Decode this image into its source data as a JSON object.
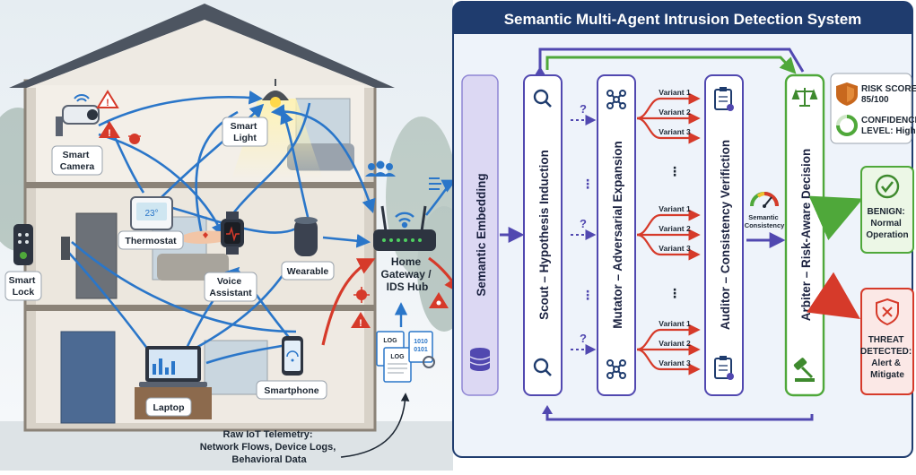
{
  "title": "Semantic Multi-Agent Intrusion Detection System",
  "home": {
    "devices": {
      "smart_camera": [
        "Smart",
        "Camera"
      ],
      "smart_light": [
        "Smart",
        "Light"
      ],
      "thermostat": "Thermostat",
      "thermostat_display": "23°",
      "smart_lock": [
        "Smart",
        "Lock"
      ],
      "voice_assistant": [
        "Voice",
        "Assistant"
      ],
      "wearable": "Wearable",
      "laptop": "Laptop",
      "smartphone": "Smartphone"
    },
    "gateway": [
      "Home",
      "Gateway /",
      "IDS Hub"
    ],
    "log_labels": [
      "LOG",
      "LOG",
      "1010",
      "0101"
    ],
    "telemetry": [
      "Raw IoT Telemetry:",
      "Network Flows, Device Logs,",
      "Behavioral Data"
    ]
  },
  "pipeline": {
    "embedding": "Semantic Embedding",
    "scout": "Scout – Hypothesis Induction",
    "mutator": "Mutator – Adversarial Expansion",
    "auditor": "Auditor – Consistency Verifiction",
    "arbiter": "Arbiter – Risk-Aware Decision",
    "question_mark": "?",
    "ellipsis": "⋮",
    "variant_groups": [
      [
        "Variant 1",
        "Variant 2",
        "Variant 3"
      ],
      [
        "Variant 1",
        "Variant 2",
        "Variant 3"
      ],
      [
        "Variant 1",
        "Variant 2",
        "Variant 3"
      ]
    ],
    "gauge_label": [
      "Semantic",
      "Consistency"
    ]
  },
  "results": {
    "risk_score": [
      "RISK SCORE:",
      "85/100"
    ],
    "confidence": [
      "CONFIDENCE",
      "LEVEL: High"
    ],
    "benign": [
      "BENIGN:",
      "Normal",
      "Operation"
    ],
    "threat": [
      "THREAT",
      "DETECTED:",
      "Alert &",
      "Mitigate"
    ]
  },
  "colors": {
    "title_bar": "#1f3c6e",
    "panel_bg": "#eef3fa",
    "purple": "#6b5fc7",
    "green": "#4fa83a",
    "red": "#d63a2a",
    "blue": "#2a76c9"
  }
}
